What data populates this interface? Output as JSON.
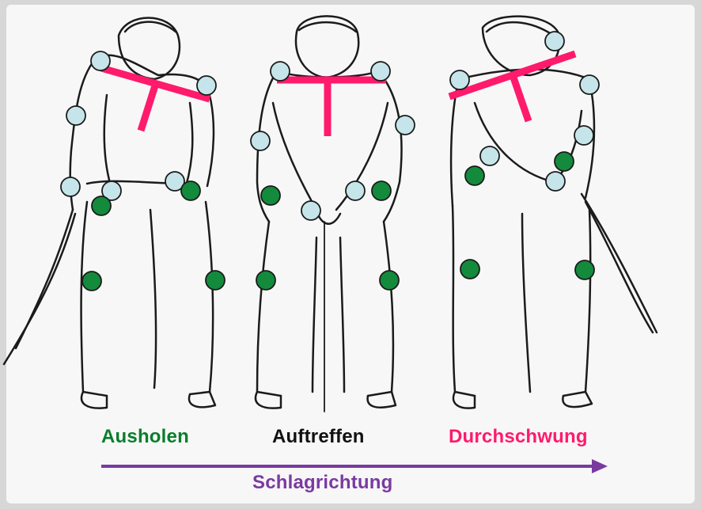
{
  "phases": [
    {
      "id": "backswing",
      "label": "Ausholen",
      "color": "#0a7d2c"
    },
    {
      "id": "impact",
      "label": "Auftreffen",
      "color": "#111111"
    },
    {
      "id": "followthrough",
      "label": "Durchschwung",
      "color": "#ff1a6c"
    }
  ],
  "direction": {
    "label": "Schlagrichtung",
    "color": "#7a3aa0"
  },
  "colors": {
    "background": "#d7d7d7",
    "panel": "#f7f7f7",
    "line_art": "#1b1b1b",
    "shoulder_bar": "#ff1a6c",
    "upper_body_marker": "#c6e5ea",
    "lower_body_marker": "#138a3c"
  }
}
